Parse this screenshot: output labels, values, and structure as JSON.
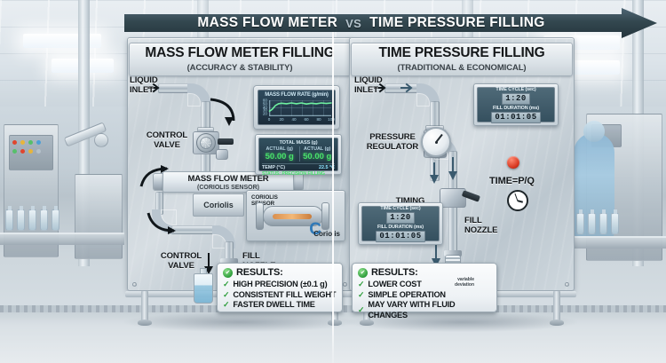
{
  "banner": {
    "left_title": "MASS FLOW METER",
    "vs": "VS",
    "right_title": "TIME PRESSURE FILLING"
  },
  "left_panel": {
    "title": "MASS FLOW METER FILLING",
    "subtitle": "(ACCURACY & STABILITY)",
    "labels": {
      "liquid_inlet": "LIQUID\nINLET",
      "control_valve_top": "CONTROL\nVALVE",
      "control_valve_bottom": "CONTROL\nVALVE",
      "fill_nozzle": "FILL\nNOZZLE"
    },
    "meter_plate": {
      "title": "MASS FLOW METER",
      "subtitle": "(CORIOLIS SENSOR)",
      "block_label": "Coriolis"
    },
    "hmi": {
      "chart_title": "MASS FLOW RATE (g/min)"
    },
    "readout": {
      "header": "TOTAL MASS (g)",
      "col1_header": "ACTUAL (g)",
      "col1_value": "50.00 g",
      "col2_header": "ACTUAL (g)",
      "col2_value": "50.00 g",
      "temp_label": "TEMP (°C)",
      "temp_value": "22.5 °C",
      "status": "STATUS: PRECISION FILLING"
    },
    "coriolis_box": {
      "label": "CORIOLIS\nSENSOR",
      "symbol": "C",
      "word": "Coriolis"
    },
    "results": {
      "title": "RESULTS:",
      "items": [
        "HIGH PRECISION (±0.1 g)",
        "CONSISTENT FILL WEIGHT",
        "FASTER DWELL TIME"
      ]
    }
  },
  "right_panel": {
    "title": "TIME PRESSURE FILLING",
    "subtitle": "(TRADITIONAL & ECONOMICAL)",
    "labels": {
      "liquid_inlet": "LIQUID\nINLET",
      "pressure_regulator": "PRESSURE\nREGULATOR",
      "timing_valve": "TIMING\nVALVE",
      "fill_nozzle": "FILL\nNOZZLE",
      "formula": "TIME=P/Q"
    },
    "timer_top": {
      "cycle_label": "TIME CYCLE (sec)",
      "cycle_value": "1:20",
      "duration_label": "FILL DURATION (ms)",
      "duration_value": "01:01:05"
    },
    "timer_bottom": {
      "cycle_label": "TIME CYCLE (sec)",
      "cycle_value": "1:20",
      "duration_label": "FILL DURATION (ms)",
      "duration_value": "01:01:05"
    },
    "results": {
      "title": "RESULTS:",
      "items": [
        "LOWER COST",
        "SIMPLE OPERATION",
        "MAY VARY WITH FLUID CHANGES"
      ],
      "vial_note": "variable\ndeviation"
    }
  },
  "chart_data": {
    "type": "line",
    "title": "MASS FLOW RATE (g/min)",
    "xlabel": "",
    "ylabel": "",
    "ylim": [
      0,
      60
    ],
    "xlim": [
      0,
      100
    ],
    "yticks": [
      "60",
      "50",
      "40",
      "30",
      "20"
    ],
    "xticks": [
      "0",
      "20",
      "40",
      "60",
      "80",
      "100"
    ],
    "grid": true,
    "legend": "none",
    "series": [
      {
        "name": "Mass flow rate",
        "color": "#6ef0a0",
        "x": [
          0,
          5,
          10,
          15,
          20,
          28,
          36,
          44,
          52,
          60,
          68,
          76,
          84,
          92,
          100
        ],
        "y": [
          18,
          26,
          40,
          47,
          49,
          47,
          50,
          47,
          50,
          46,
          49,
          47,
          50,
          48,
          50
        ]
      }
    ]
  },
  "colors": {
    "accent_green": "#49e06b",
    "banner_dark": "#24343c",
    "check_green": "#2f9e3c",
    "red_button": "#d7361f",
    "coriolis_blue": "#2f79b8"
  }
}
